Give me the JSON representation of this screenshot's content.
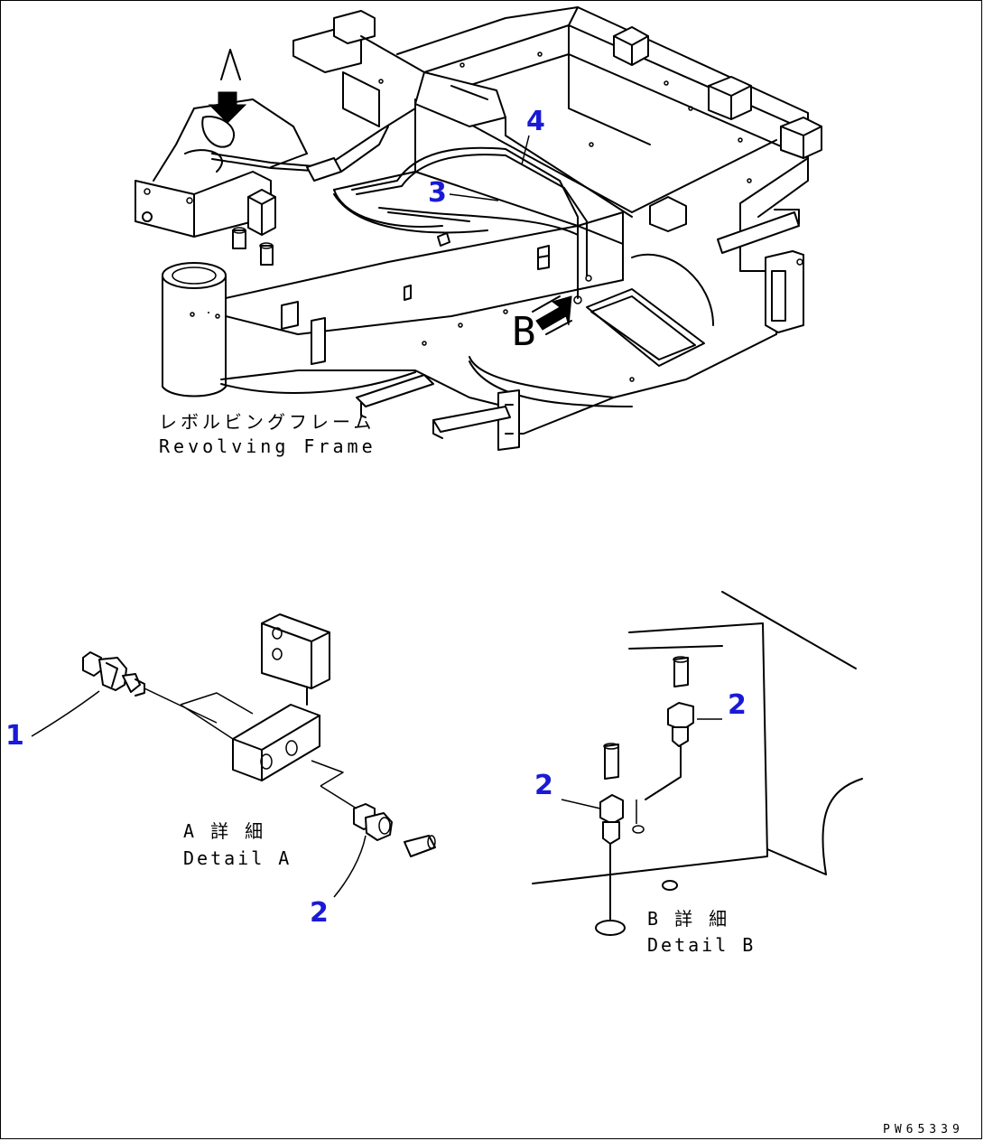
{
  "main_view": {
    "label_ja": "レボルビングフレーム",
    "label_en": "Revolving Frame",
    "view_letter_a": "A",
    "view_letter_b": "B"
  },
  "callouts": {
    "c1": "1",
    "c2_detail_a": "2",
    "c2_detail_b_upper": "2",
    "c2_detail_b_lower": "2",
    "c3": "3",
    "c4": "4"
  },
  "detail_a": {
    "label_ja": "A 詳 細",
    "label_en": "Detail A"
  },
  "detail_b": {
    "label_ja": "B 詳 細",
    "label_en": "Detail B"
  },
  "drawing_code": "PW65339",
  "colors": {
    "callout": "#1a1ad6",
    "line": "#000000"
  }
}
